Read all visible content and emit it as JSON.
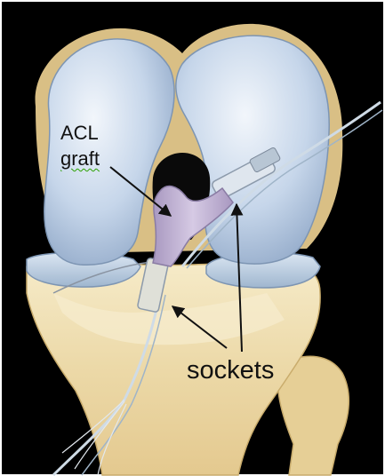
{
  "labels": {
    "acl": "ACL",
    "graft": "graft",
    "sockets": "sockets"
  },
  "colors": {
    "background": "#000000",
    "border": "#ffffff",
    "femur_cartilage": "#c6d6ea",
    "femur_shadow": "#8ea6c6",
    "bone": "#ecd9a8",
    "bone_shadow": "#d8bd7e",
    "meniscus": "#b9cde2",
    "graft": "#c2b2d2",
    "wire": "#cfdbe6",
    "arrow": "#111111",
    "spellcheck": "#2aa000"
  }
}
